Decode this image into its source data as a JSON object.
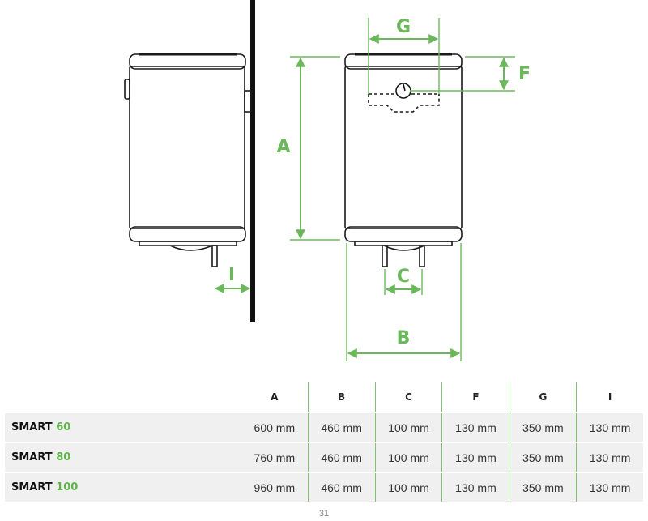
{
  "diagram": {
    "dimension_labels": {
      "A": "A",
      "B": "B",
      "C": "C",
      "F": "F",
      "G": "G",
      "I": "I"
    },
    "accent_color": "#6bb85a"
  },
  "table": {
    "headers": [
      "A",
      "B",
      "C",
      "F",
      "G",
      "I"
    ],
    "rows": [
      {
        "model_name": "SMART",
        "model_capacity": "60",
        "values": [
          "600 mm",
          "460 mm",
          "100 mm",
          "130 mm",
          "350 mm",
          "130 mm"
        ]
      },
      {
        "model_name": "SMART",
        "model_capacity": "80",
        "values": [
          "760 mm",
          "460 mm",
          "100 mm",
          "130 mm",
          "350 mm",
          "130 mm"
        ]
      },
      {
        "model_name": "SMART",
        "model_capacity": "100",
        "values": [
          "960 mm",
          "460 mm",
          "100 mm",
          "130 mm",
          "350 mm",
          "130 mm"
        ]
      }
    ]
  },
  "page_number": "31"
}
